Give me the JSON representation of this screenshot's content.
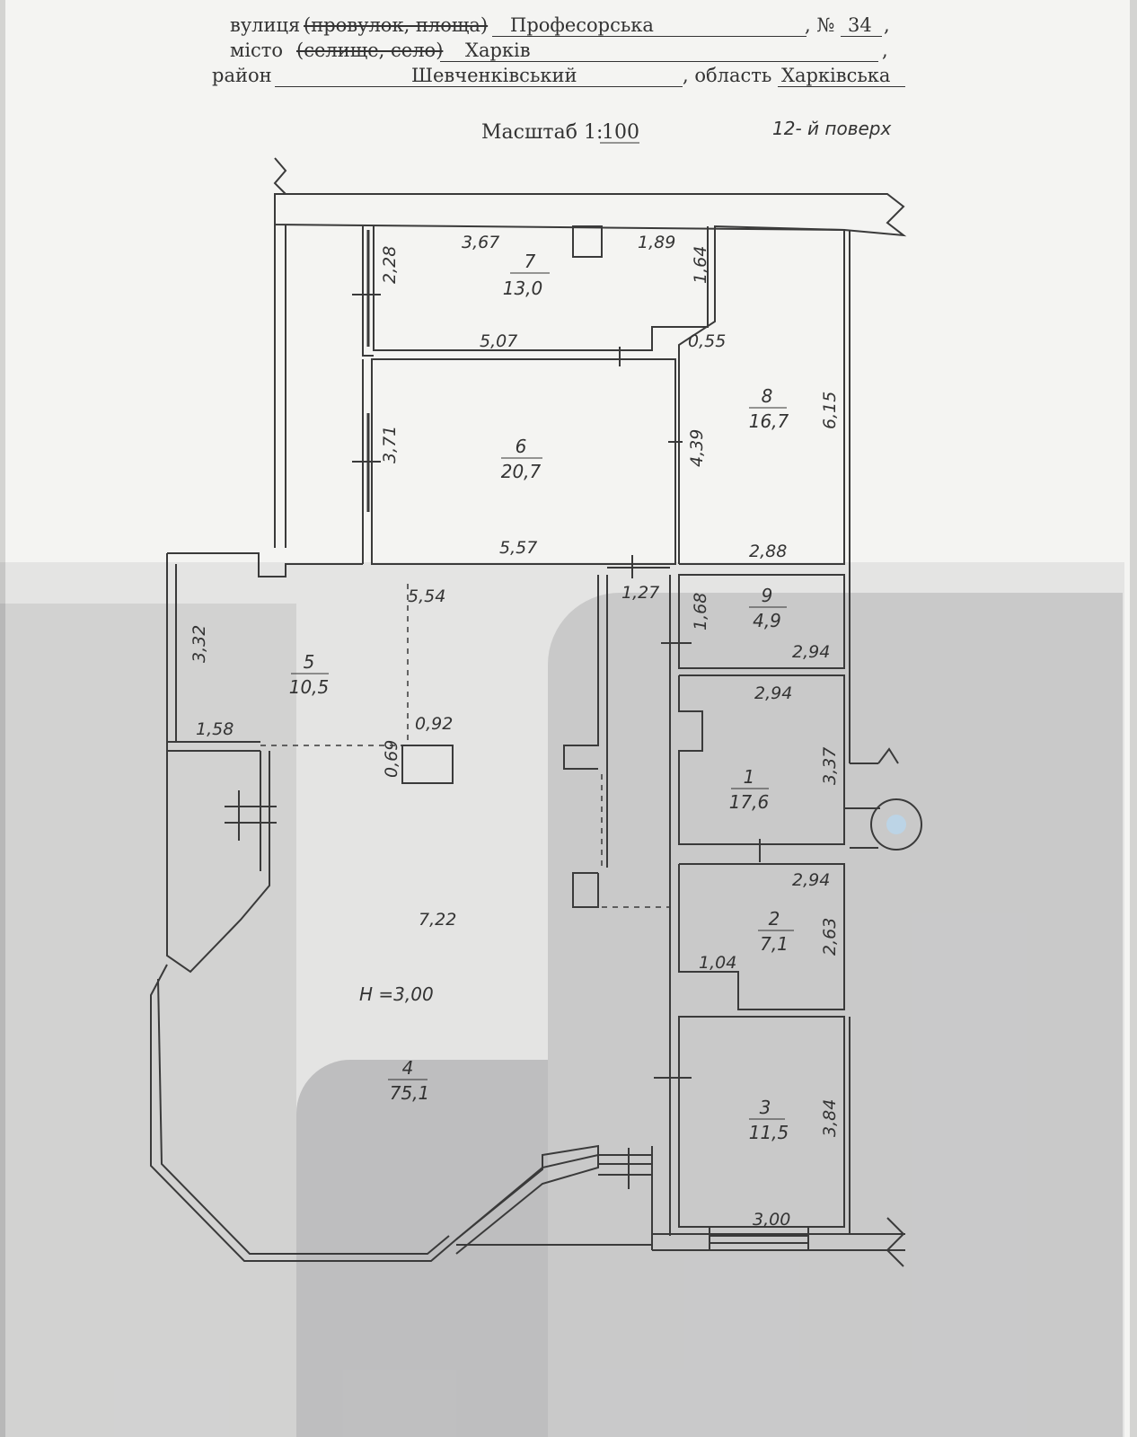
{
  "header": {
    "street_label": "вулиця",
    "street_struck": "(провулок, площа)",
    "street_value": "Професорська",
    "number_label": ", №",
    "number_value": "34",
    "comma1": ",",
    "city_label": "місто",
    "city_struck": "(селище, село)",
    "city_value": "Харків",
    "comma2": ",",
    "district_label": "район",
    "district_value": "Шевченківський",
    "region_label": ", область",
    "region_value": "Харківська"
  },
  "scale": {
    "label": "Масштаб 1:",
    "value": "100"
  },
  "floor": "12- й поверх",
  "rooms": [
    {
      "id": "r7",
      "number": "7",
      "area": "13,0"
    },
    {
      "id": "r6",
      "number": "6",
      "area": "20,7"
    },
    {
      "id": "r8",
      "number": "8",
      "area": "16,7"
    },
    {
      "id": "r9",
      "number": "9",
      "area": "4,9"
    },
    {
      "id": "r5",
      "number": "5",
      "area": "10,5"
    },
    {
      "id": "r1",
      "number": "1",
      "area": "17,6"
    },
    {
      "id": "r2",
      "number": "2",
      "area": "7,1"
    },
    {
      "id": "r3",
      "number": "3",
      "area": "11,5"
    },
    {
      "id": "r4",
      "number": "4",
      "area": "75,1"
    }
  ],
  "dimensions": {
    "d367": "3,67",
    "d189": "1,89",
    "d228": "2,28",
    "d164": "1,64",
    "d507": "5,07",
    "d055": "0,55",
    "d371": "3,71",
    "d439": "4,39",
    "d615": "6,15",
    "d557": "5,57",
    "d288": "2,88",
    "d554": "5,54",
    "d127": "1,27",
    "d168": "1,68",
    "d294a": "2,94",
    "d294b": "2,94",
    "d294c": "2,94",
    "d332": "3,32",
    "d158": "1,58",
    "d092": "0,92",
    "d069": "0,69",
    "d337": "3,37",
    "d722": "7,22",
    "d263": "2,63",
    "d104": "1,04",
    "d384": "3,84",
    "d300": "3,00"
  },
  "ceiling_height": "H =3,00"
}
